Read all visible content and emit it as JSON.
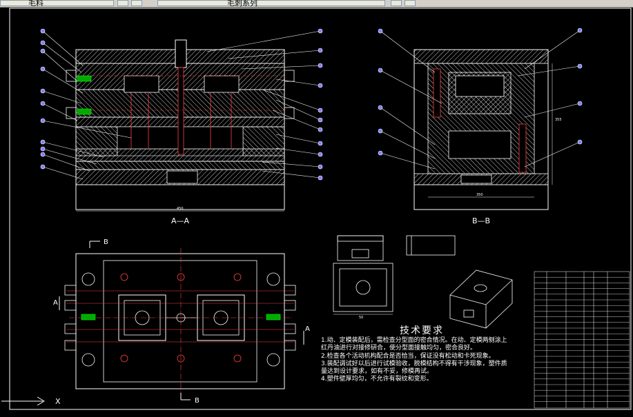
{
  "toolbar": {
    "layer_text": "毛料",
    "layer_name": "毛刺系列"
  },
  "drawing": {
    "section_aa_label": "A—A",
    "section_bb_label": "B—B",
    "marker_a": "A",
    "marker_b": "B",
    "dim_aa_width": "450",
    "dim_bb_width": "350",
    "dim_part_width": "50",
    "dim_bb_height": "355"
  },
  "tech_requirements": {
    "title": "技术要求",
    "lines": [
      "1.动、定模装配后，需检查分型面的密合情况。在动、定模两侧涂上",
      "红丹油进行对接修研合，使分型面接触均匀，密合良好。",
      "2.检查各个活动机构配合是否恰当，保证没有松动和卡死现象。",
      "3.装配调试好以后进行试模验收，脱模结构不得有干涉现象，塑件质",
      "量达到设计要求，如有不妥，修模再试。",
      "4.塑件壁厚均匀，不允许有裂纹和变形。"
    ]
  },
  "ucs": {
    "x_label": "X"
  },
  "colors": {
    "background": "#000000",
    "outline": "#ffffff",
    "hatch": "#ffffff",
    "hidden": "#ff4040",
    "center": "#ff4040",
    "balloon": "#8080ff",
    "leader": "#ffffff",
    "green": "#00ff00"
  }
}
